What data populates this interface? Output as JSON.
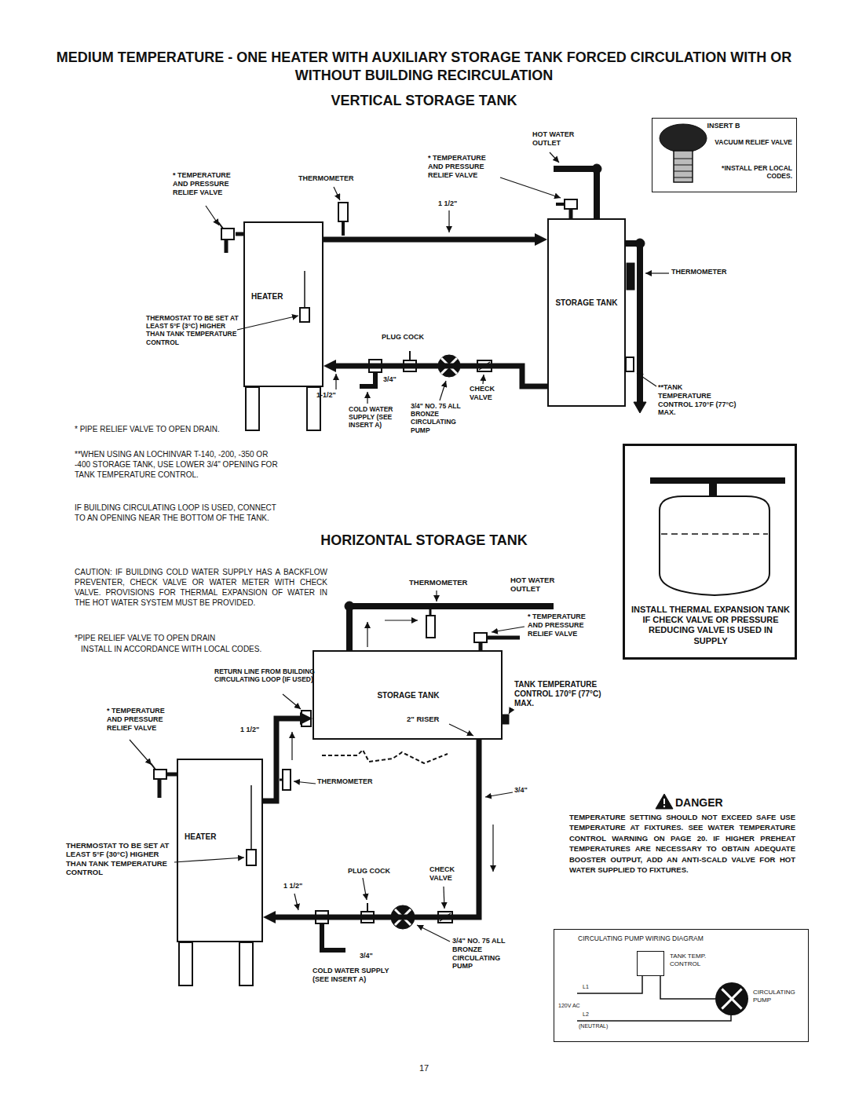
{
  "diagram": {
    "title": "MEDIUM TEMPERATURE - ONE HEATER WITH AUXILIARY STORAGE TANK FORCED CIRCULATION WITH OR WITHOUT BUILDING RECIRCULATION",
    "nodes": [
      {
        "text": [
          "HEATER"
        ]
      },
      {
        "text": [
          "STORAGE TANK"
        ]
      },
      {
        "text": [
          "INSERT B",
          "VACUUM RELIEF VALVE",
          "*INSTALL PER LOCAL CODES."
        ]
      },
      {
        "text": [
          "INSTALL THERMAL EXPANSION TANK IF CHECK VALVE OR PRESSURE REDUCING VALVE IS USED IN SUPPLY"
        ]
      },
      {
        "text": [
          "STORAGE TANK"
        ]
      },
      {
        "text": [
          "HEATER"
        ]
      },
      {
        "text": [
          "CIRCULATING PUMP WIRING DIAGRAM"
        ]
      },
      {
        "text": [
          "TANK TEMP. CONTROL"
        ],
        "in": 6
      },
      {
        "text": [
          "CIRCULATING PUMP"
        ],
        "in": 6
      }
    ],
    "edges": [
      {
        "from": 0,
        "to": 1,
        "arrow": "to",
        "label": "1 1/2\""
      },
      {
        "from": 1,
        "to": 0,
        "arrow": "to"
      },
      {
        "from": 5,
        "to": 4,
        "arrow": "to",
        "label": "1 1/2\""
      },
      {
        "from": 4,
        "to": 5,
        "arrow": "to"
      },
      {
        "from": 7,
        "to": 8,
        "arrow": "none"
      }
    ],
    "labels": [
      "VERTICAL STORAGE TANK",
      "HOT WATER OUTLET",
      "* TEMPERATURE AND PRESSURE RELIEF VALVE",
      "* TEMPERATURE AND PRESSURE RELIEF VALVE",
      "THERMOMETER",
      "THERMOMETER",
      "THERMOSTAT TO BE SET AT LEAST 5°F (3°C) HIGHER THAN TANK TEMPERATURE CONTROL",
      "PLUG COCK",
      "3/4\"",
      "1-1/2\"",
      "CHECK VALVE",
      "COLD WATER SUPPLY (SEE INSERT A)",
      "3/4\" NO. 75 ALL BRONZE CIRCULATING PUMP",
      "**TANK TEMPERATURE CONTROL 170°F (77°C) MAX.",
      "* PIPE RELIEF VALVE TO OPEN DRAIN.",
      "**WHEN USING AN LOCHINVAR T-140, -200, -350 OR -400 STORAGE TANK, USE LOWER 3/4\" OPENING FOR TANK TEMPERATURE CONTROL.",
      "IF BUILDING CIRCULATING LOOP IS USED, CONNECT TO AN OPENING NEAR THE BOTTOM OF THE TANK.",
      "HORIZONTAL STORAGE TANK",
      "CAUTION: IF BUILDING COLD WATER SUPPLY HAS A BACKFLOW PREVENTER, CHECK VALVE OR WATER METER WITH CHECK VALVE. PROVISIONS FOR THERMAL EXPANSION OF WATER IN THE HOT WATER SYSTEM MUST BE PROVIDED.",
      "*PIPE RELIEF VALVE TO OPEN DRAIN",
      "INSTALL IN ACCORDANCE WITH LOCAL CODES.",
      "THERMOMETER",
      "HOT WATER OUTLET",
      "* TEMPERATURE AND PRESSURE RELIEF VALVE",
      "RETURN LINE FROM BUILDING CIRCULATING LOOP (IF USED)",
      "TANK TEMPERATURE CONTROL 170°F (77°C) MAX.",
      "* TEMPERATURE AND PRESSURE RELIEF VALVE",
      "2\" RISER",
      "THERMOMETER",
      "3/4\"",
      "DANGER",
      "TEMPERATURE SETTING SHOULD NOT EXCEED SAFE USE TEMPERATURE AT FIXTURES. SEE WATER TEMPERATURE CONTROL WARNING ON PAGE 20. IF HIGHER PREHEAT TEMPERATURES ARE NECESSARY TO OBTAIN ADEQUATE BOOSTER OUTPUT, ADD AN ANTI-SCALD VALVE FOR HOT WATER SUPPLIED TO FIXTURES.",
      "THERMOSTAT TO BE SET AT LEAST 5°F (30°C) HIGHER THAN TANK TEMPERATURE CONTROL",
      "PLUG COCK",
      "CHECK VALVE",
      "1 1/2\"",
      "3/4\"",
      "3/4\" NO. 75 ALL BRONZE CIRCULATING PUMP",
      "COLD WATER SUPPLY (SEE INSERT A)",
      "120V AC",
      "L1",
      "L2",
      "(NEUTRAL)",
      "17"
    ]
  }
}
